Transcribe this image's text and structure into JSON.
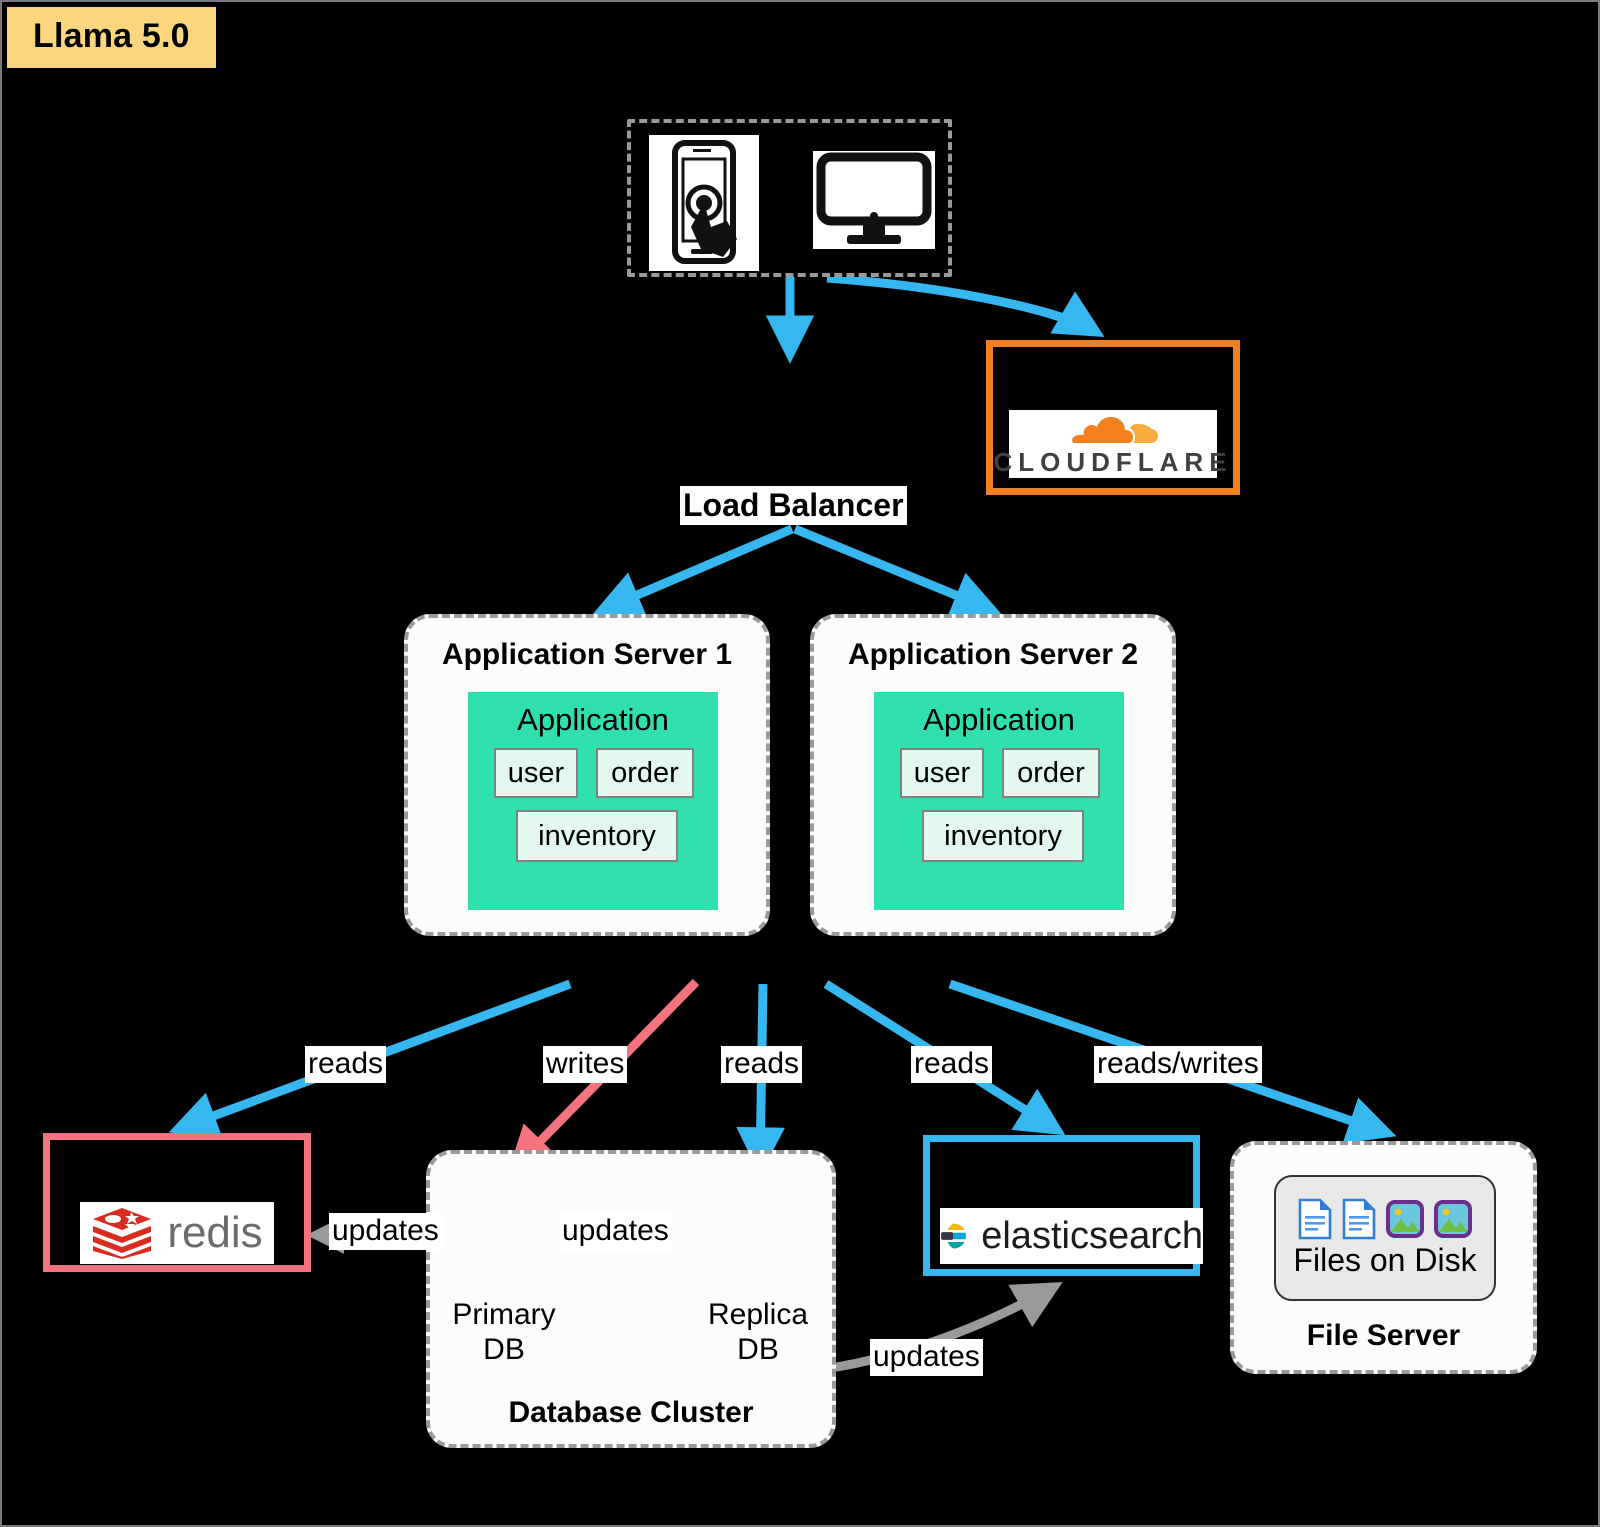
{
  "watermark": {
    "text": "Llama 5.0"
  },
  "nodes": {
    "client": {
      "name": "client-devices",
      "icons": [
        "mobile-touch-icon",
        "desktop-monitor-icon"
      ]
    },
    "cloudflare": {
      "label": "CLOUDFLARE",
      "border_color": "#F38020",
      "icon": "cloudflare-cloud-icon"
    },
    "load_balancer": {
      "label": "Load Balancer"
    },
    "app_server_1": {
      "title": "Application Server 1",
      "app_label": "Application",
      "services": [
        "user",
        "order",
        "inventory"
      ]
    },
    "app_server_2": {
      "title": "Application Server 2",
      "app_label": "Application",
      "services": [
        "user",
        "order",
        "inventory"
      ]
    },
    "redis": {
      "label": "redis",
      "border_color": "#F4737F",
      "icon": "redis-stack-icon"
    },
    "database_cluster": {
      "title": "Database Cluster",
      "primary": {
        "caption_line1": "Primary",
        "caption_line2": "DB",
        "icon": "database-cylinder-icon"
      },
      "replica": {
        "caption_line1": "Replica",
        "caption_line2": "DB",
        "icon": "database-cylinder-icon"
      }
    },
    "elasticsearch": {
      "label": "elasticsearch",
      "border_color": "#36B7F0",
      "icon": "elasticsearch-logo-icon"
    },
    "file_server": {
      "title": "File Server",
      "files_label": "Files on Disk",
      "icons": [
        "document-icon",
        "document-icon",
        "image-icon",
        "image-icon"
      ]
    }
  },
  "edges": [
    {
      "id": "client-to-lb",
      "label": "",
      "color": "#36B7F0"
    },
    {
      "id": "client-to-cloudflare",
      "label": "",
      "color": "#36B7F0"
    },
    {
      "id": "lb-to-app1",
      "label": "",
      "color": "#36B7F0"
    },
    {
      "id": "lb-to-app2",
      "label": "",
      "color": "#36B7F0"
    },
    {
      "id": "app1-to-redis",
      "label": "reads",
      "color": "#36B7F0"
    },
    {
      "id": "app1-to-primary",
      "label": "writes",
      "color": "#F4737F"
    },
    {
      "id": "app1-to-replica",
      "label": "reads",
      "color": "#36B7F0"
    },
    {
      "id": "app1-to-elastic",
      "label": "reads",
      "color": "#36B7F0"
    },
    {
      "id": "app2-to-fileserver",
      "label": "reads/writes",
      "color": "#36B7F0"
    },
    {
      "id": "primary-to-redis",
      "label": "updates",
      "color": "#9a9a9a"
    },
    {
      "id": "primary-to-replica",
      "label": "updates",
      "color": "#9a9a9a"
    },
    {
      "id": "primary-to-elastic",
      "label": "updates",
      "color": "#9a9a9a"
    }
  ],
  "colors": {
    "link_blue": "#36B7F0",
    "link_red": "#F4737F",
    "link_gray": "#9a9a9a",
    "app_green": "#2fe0ae",
    "service_mint": "#e2f7ef",
    "watermark_bg": "#fcd67e",
    "cloudflare_orange": "#F38020",
    "redis_red": "#D82C20",
    "background": "#000000"
  }
}
